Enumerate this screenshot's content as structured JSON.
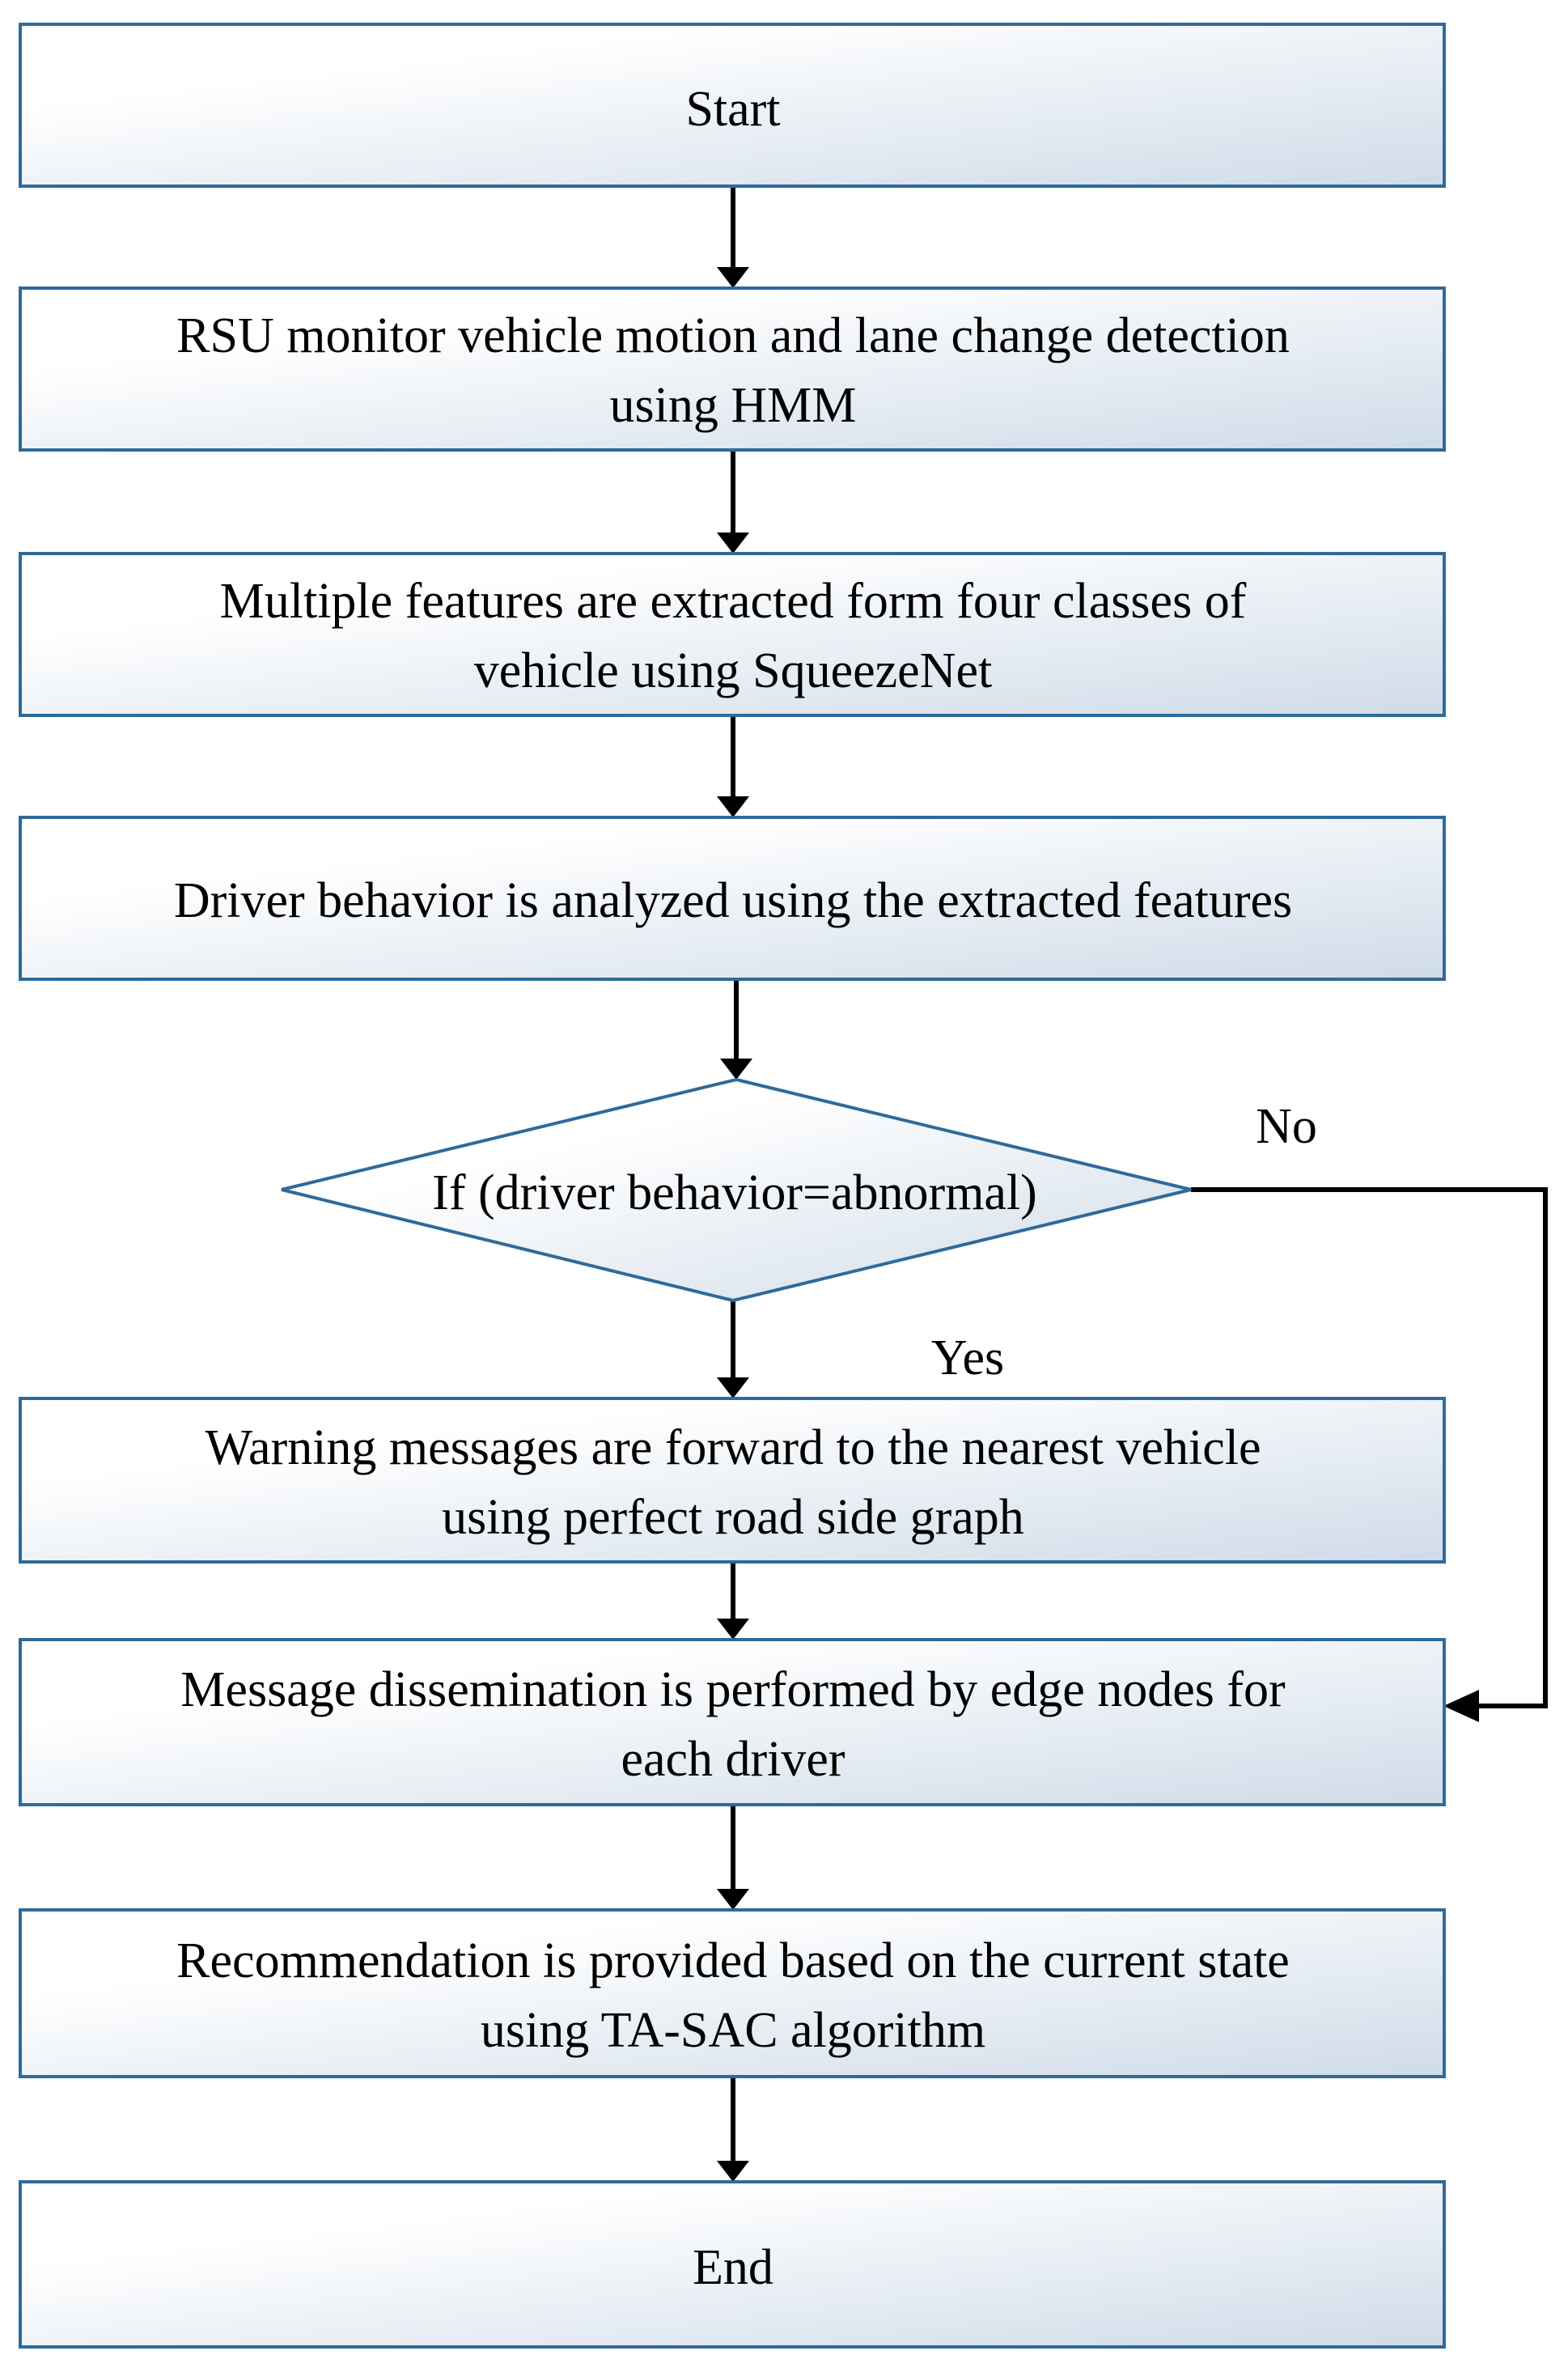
{
  "theme": {
    "box_stroke": "#2f6a9a",
    "box_gradient_light": "#ffffff",
    "box_gradient_dark": "#cfdbe8",
    "arrow_color": "#000000"
  },
  "steps": {
    "start": [
      "Start"
    ],
    "rsu": [
      "RSU monitor vehicle motion and lane change detection",
      "using HMM"
    ],
    "features": [
      "Multiple features are extracted form four classes of",
      "vehicle using SqueezeNet"
    ],
    "behavior": [
      "Driver behavior is analyzed using the extracted features"
    ],
    "decision": [
      "If (driver behavior=abnormal)"
    ],
    "warning": [
      "Warning messages are forward to the nearest vehicle",
      "using perfect road side graph"
    ],
    "dissemination": [
      "Message dissemination is performed by edge nodes for",
      "each driver"
    ],
    "recommendation": [
      "Recommendation is provided based on the current state",
      "using TA-SAC algorithm"
    ],
    "end": [
      "End"
    ]
  },
  "branch_labels": {
    "no": "No",
    "yes": "Yes"
  }
}
